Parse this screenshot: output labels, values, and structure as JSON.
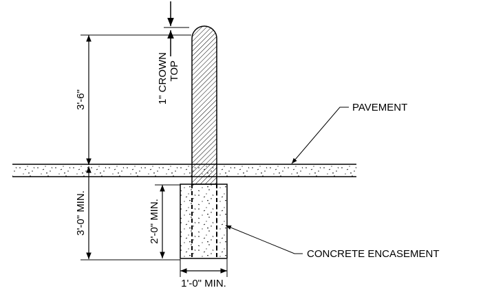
{
  "labels": {
    "pavement": "PAVEMENT",
    "concrete_encasement": "CONCRETE ENCASEMENT",
    "height_above": "3'-6\"",
    "depth_below": "3'-0\" MIN.",
    "encasement_depth": "2'-0\" MIN.",
    "encasement_width": "1'-0\" MIN.",
    "crown_line1": "1\" CROWN",
    "crown_line2": "TOP"
  },
  "colors": {
    "line": "#000000",
    "background": "#ffffff"
  }
}
